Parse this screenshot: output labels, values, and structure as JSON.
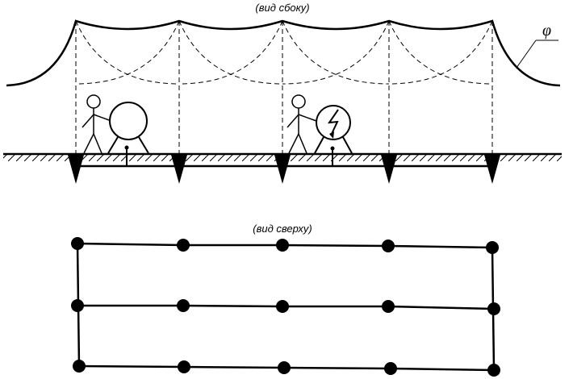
{
  "side_view": {
    "title": "(вид сбоку)",
    "potential_label": "φ"
  },
  "top_view": {
    "title": "(вид сверху)"
  }
}
